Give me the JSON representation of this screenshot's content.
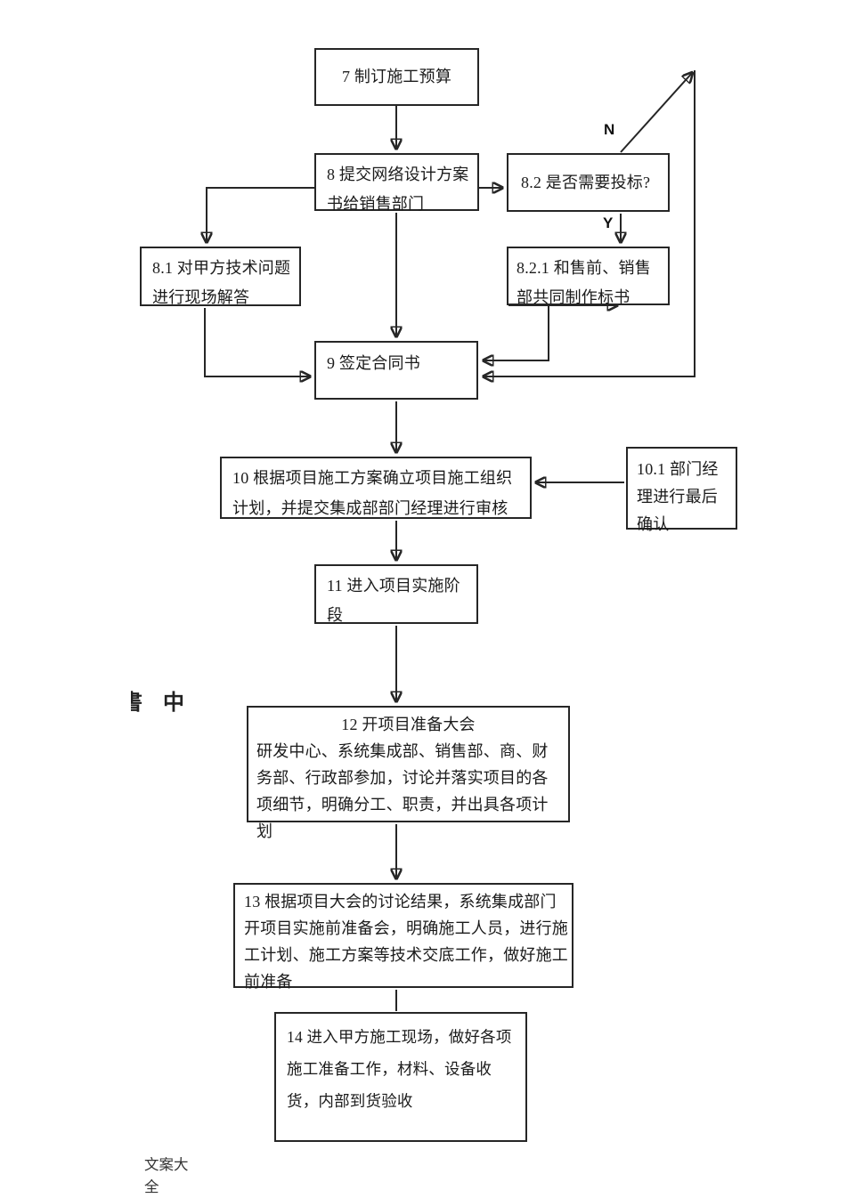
{
  "page": {
    "background": "#ffffff",
    "line_color": "#262626",
    "text_color": "#1b1b1b"
  },
  "branch_labels": {
    "no": "N",
    "yes": "Y"
  },
  "margin_note": {
    "partial_char": "書",
    "char": "中"
  },
  "footer": {
    "text": "文案大全"
  },
  "nodes": {
    "n7": {
      "text": "7 制订施工预算"
    },
    "n8": {
      "text": "8 提交网络设计方案书给销售部门"
    },
    "n8_1": {
      "text": "8.1 对甲方技术问题进行现场解答"
    },
    "n8_2": {
      "text": "8.2 是否需要投标?"
    },
    "n8_2_1": {
      "text": "8.2.1 和售前、销售部共同制作标书"
    },
    "n9": {
      "text": "9 签定合同书"
    },
    "n10": {
      "text": "10 根据项目施工方案确立项目施工组织计划，并提交集成部部门经理进行审核"
    },
    "n10_1": {
      "text": "10.1 部门经理进行最后确认"
    },
    "n11": {
      "text": "11 进入项目实施阶段"
    },
    "n12": {
      "title": "12 开项目准备大会",
      "body": "研发中心、系统集成部、销售部、商、财务部、行政部参加，讨论并落实项目的各项细节，明确分工、职责，并出具各项计划"
    },
    "n13": {
      "text": "13 根据项目大会的讨论结果，系统集成部门开项目实施前准备会，明确施工人员，进行施工计划、施工方案等技术交底工作，做好施工前准备"
    },
    "n14": {
      "text": "14 进入甲方施工现场，做好各项施工准备工作，材料、设备收货，内部到货验收"
    }
  }
}
